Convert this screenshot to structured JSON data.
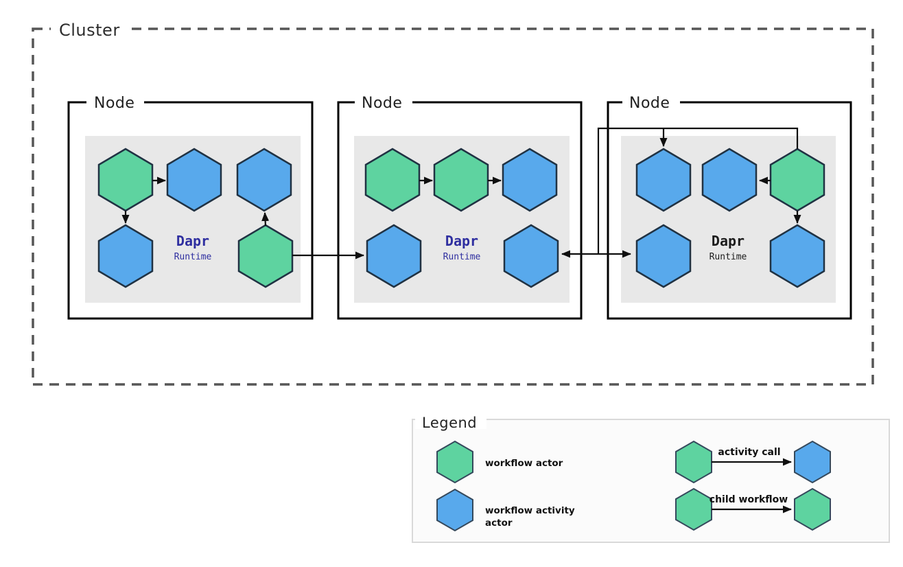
{
  "cluster": {
    "label": "Cluster"
  },
  "nodes": [
    {
      "label": "Node",
      "runtime": {
        "title": "Dapr",
        "subtitle": "Runtime"
      },
      "actors": {
        "top_row": [
          "workflow actor",
          "workflow activity actor",
          "workflow activity actor"
        ],
        "bottom_row": [
          "workflow activity actor",
          "workflow actor"
        ]
      }
    },
    {
      "label": "Node",
      "runtime": {
        "title": "Dapr",
        "subtitle": "Runtime"
      },
      "actors": {
        "top_row": [
          "workflow actor",
          "workflow actor",
          "workflow activity actor"
        ],
        "bottom_row": [
          "workflow activity actor",
          "workflow activity actor"
        ]
      }
    },
    {
      "label": "Node",
      "runtime": {
        "title": "Dapr",
        "subtitle": "Runtime"
      },
      "actors": {
        "top_row": [
          "workflow activity actor",
          "workflow activity actor",
          "workflow actor"
        ],
        "bottom_row": [
          "workflow activity actor",
          "workflow activity actor"
        ]
      }
    }
  ],
  "legend": {
    "title": "Legend",
    "items": [
      {
        "label": "workflow actor",
        "label_lines": [
          "workflow actor"
        ],
        "color": "#5ED3A0"
      },
      {
        "label": "workflow activity actor",
        "label_lines": [
          "workflow activity",
          "actor"
        ],
        "color": "#58A9EC"
      }
    ],
    "edges": [
      {
        "label": "activity call",
        "from": "workflow actor",
        "to": "workflow activity actor"
      },
      {
        "label": "child workflow",
        "from": "workflow actor",
        "to": "workflow actor"
      }
    ]
  },
  "colors": {
    "workflow_actor": "#5ED3A0",
    "workflow_activity_actor": "#58A9EC",
    "hexagon_stroke": "#203243",
    "node_panel": "#E8E8E8",
    "dapr_runtime_text": "#2F2FA0",
    "dapr_runtime_text_node3": "#1C1C1C",
    "arrow": "#0F0F0F"
  }
}
